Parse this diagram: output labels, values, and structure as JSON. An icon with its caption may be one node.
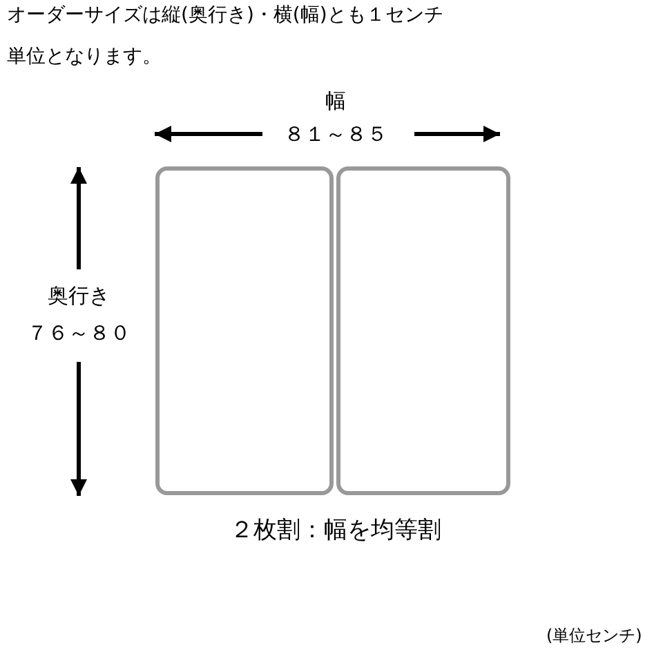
{
  "diagram": {
    "labels": [
      "オーダーサイズは縦(奥行き)・横(幅)とも１センチ単位となります。",
      "幅",
      "８１～８５",
      "奥行き",
      "７６～８０",
      "２枚割：幅を均等割",
      "(単位センチ)"
    ]
  }
}
